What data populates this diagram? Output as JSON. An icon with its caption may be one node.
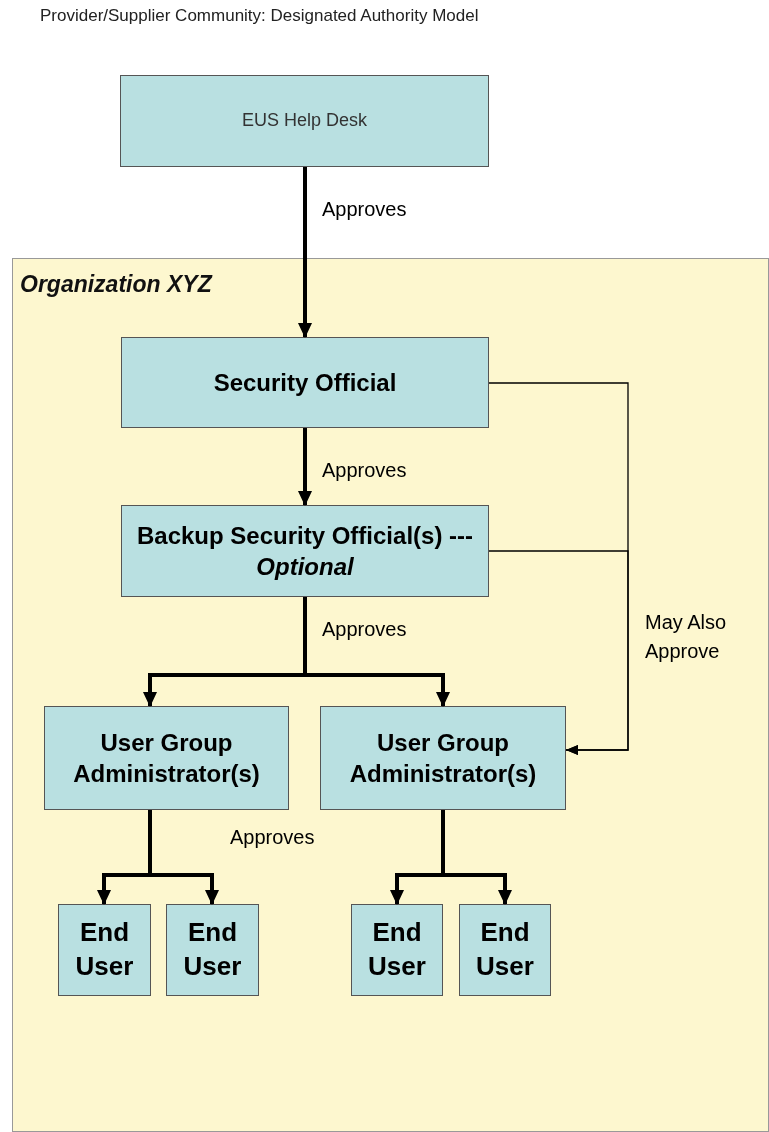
{
  "diagram": {
    "title": "Provider/Supplier Community: Designated Authority Model",
    "nodes": [
      {
        "text": [
          "EUS Help Desk"
        ]
      },
      {
        "text": [
          "Organization XYZ"
        ]
      },
      {
        "text": [
          "Security Official"
        ],
        "in": 1
      },
      {
        "text": [
          "Backup Security Official(s) --- *Optional*"
        ],
        "in": 1
      },
      {
        "text": [
          "User Group Administrator(s)"
        ],
        "in": 1
      },
      {
        "text": [
          "User Group Administrator(s)"
        ],
        "in": 1
      },
      {
        "text": [
          "End User"
        ],
        "in": 1
      },
      {
        "text": [
          "End User"
        ],
        "in": 1
      },
      {
        "text": [
          "End User"
        ],
        "in": 1
      },
      {
        "text": [
          "End User"
        ],
        "in": 1
      }
    ],
    "edges": [
      {
        "from": 0,
        "to": 2,
        "arrow": "to",
        "label": "Approves"
      },
      {
        "from": 2,
        "to": 3,
        "arrow": "to",
        "label": "Approves"
      },
      {
        "from": 3,
        "to": 4,
        "arrow": "to",
        "label": "Approves"
      },
      {
        "from": 3,
        "to": 5,
        "arrow": "to"
      },
      {
        "from": 4,
        "to": 6,
        "arrow": "to",
        "label": "Approves"
      },
      {
        "from": 4,
        "to": 7,
        "arrow": "to"
      },
      {
        "from": 5,
        "to": 8,
        "arrow": "to"
      },
      {
        "from": 5,
        "to": 9,
        "arrow": "to"
      },
      {
        "from": 2,
        "to": 5,
        "arrow": "to",
        "label": "May Also Approve"
      },
      {
        "from": 3,
        "to": 5,
        "arrow": "to"
      }
    ]
  }
}
